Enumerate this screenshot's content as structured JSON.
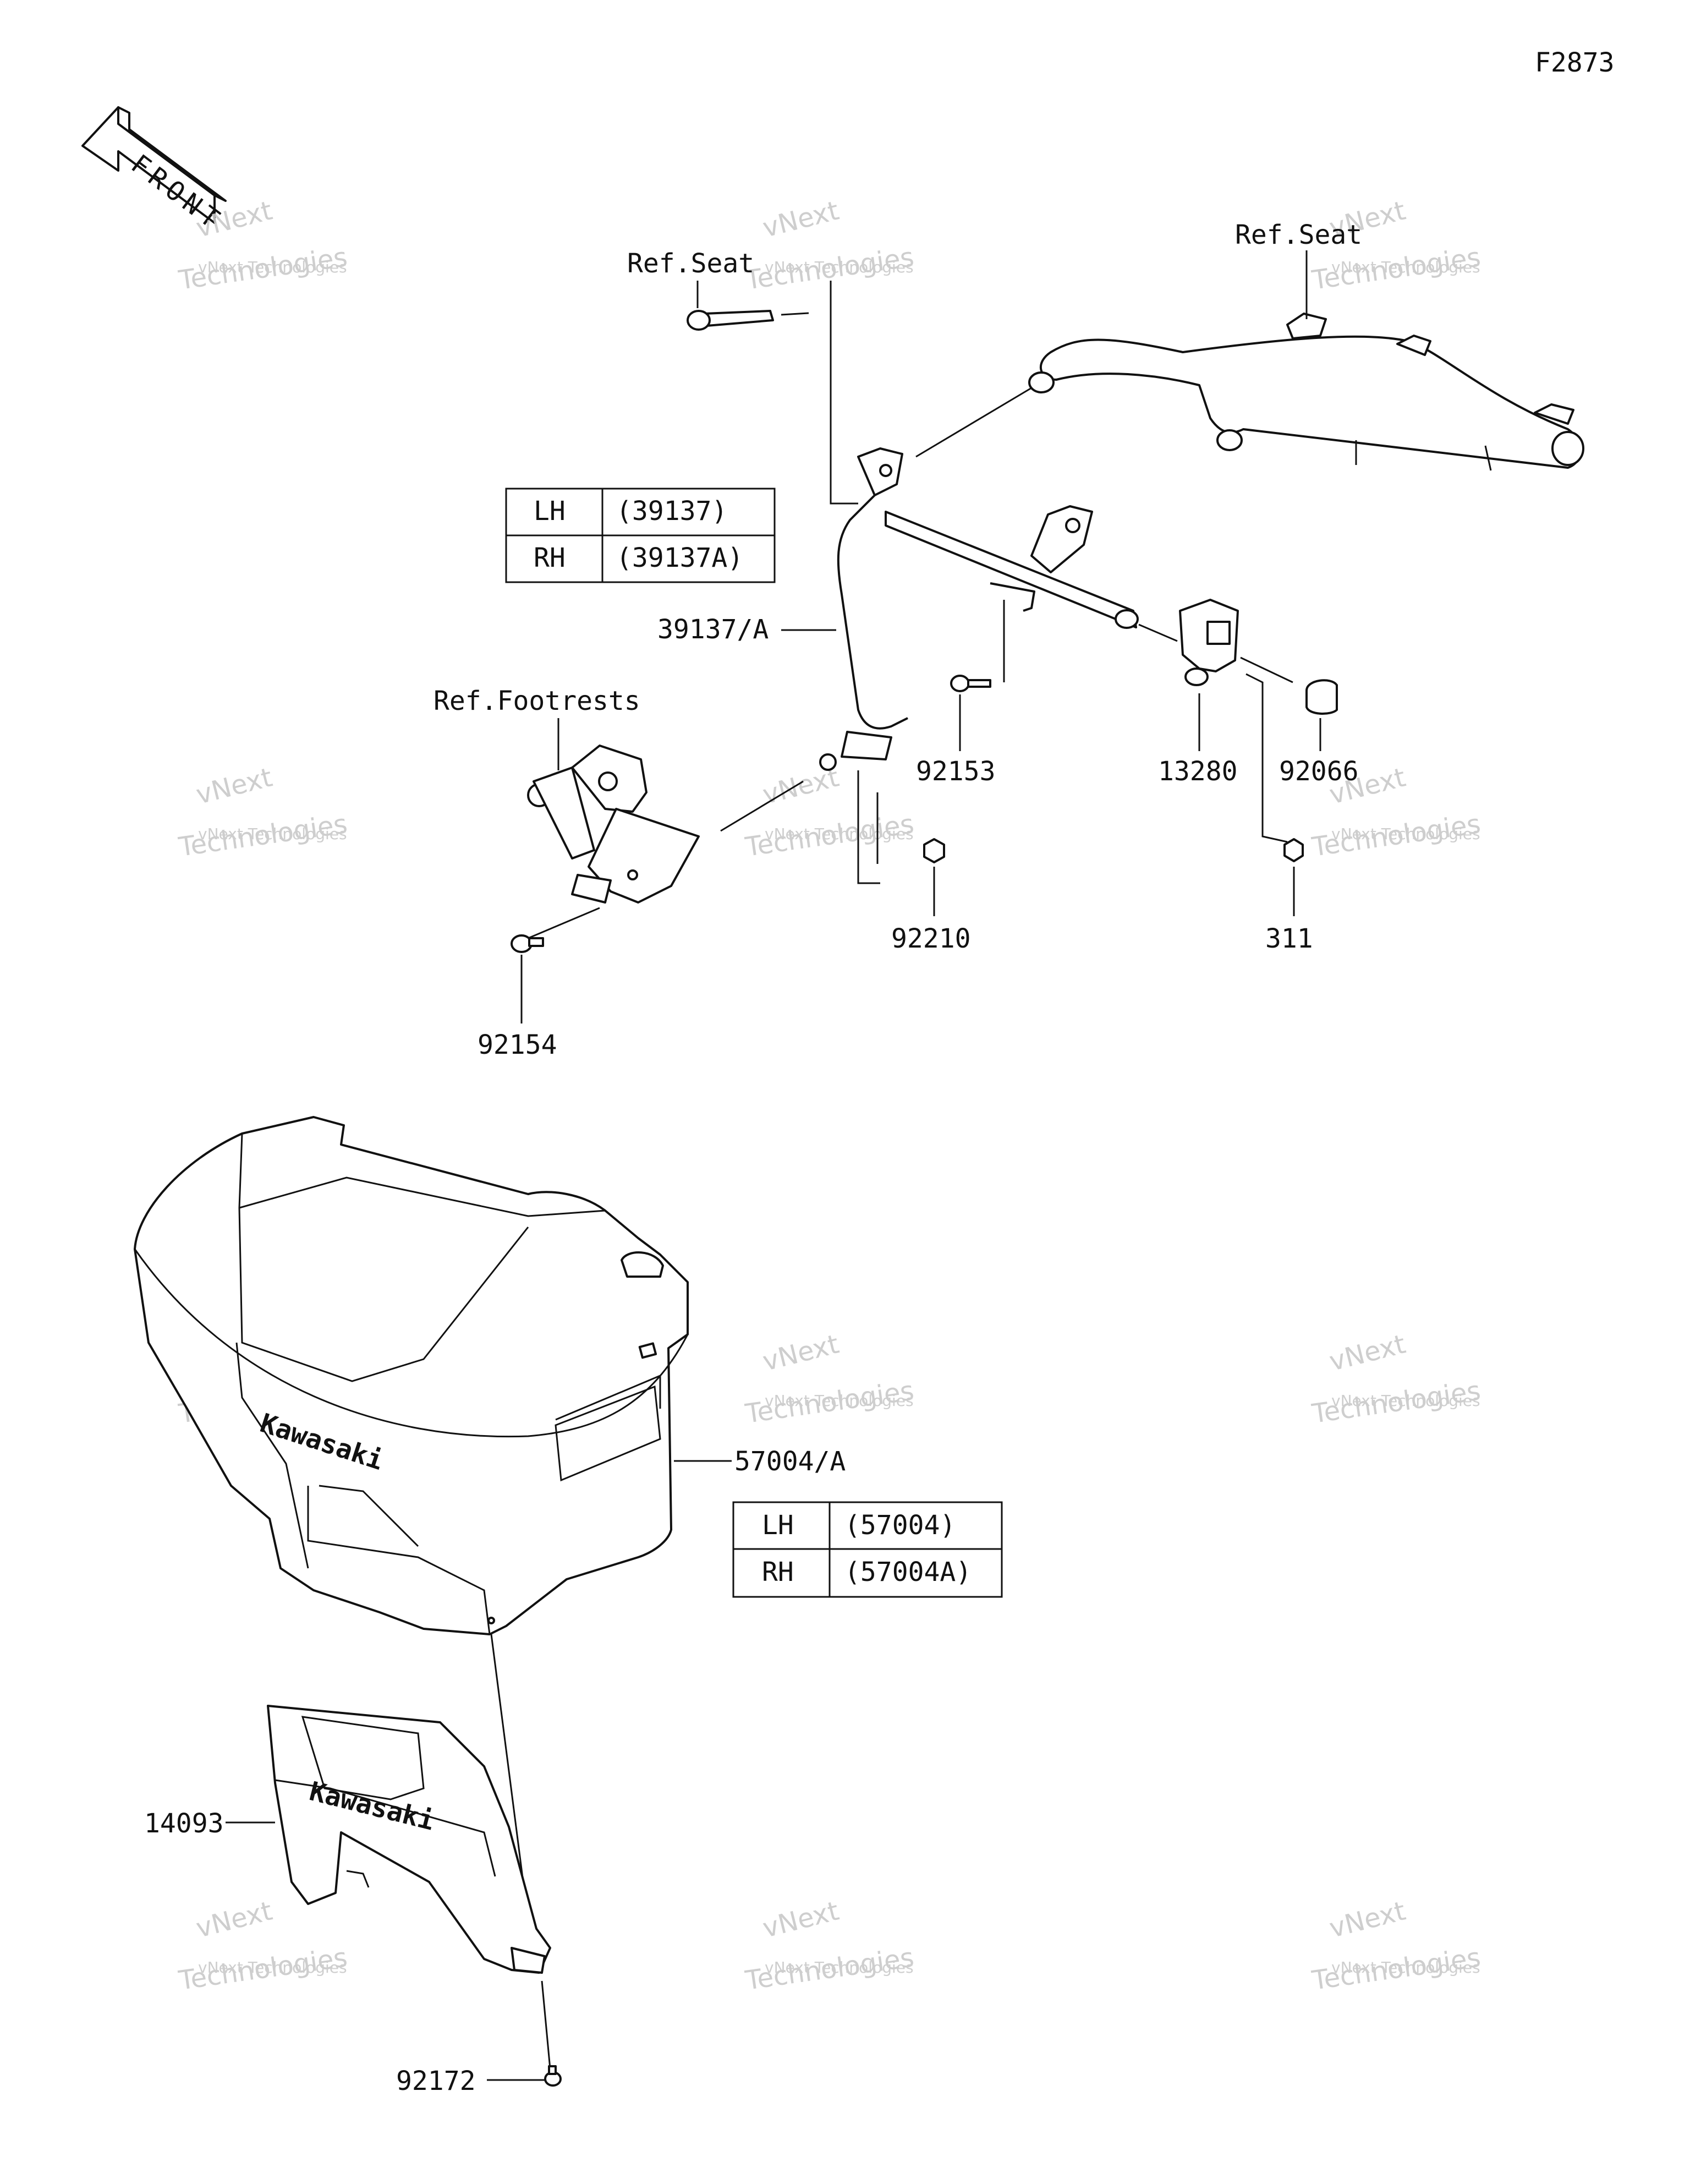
{
  "figure_id": "F2873",
  "front_arrow_label": "FRONT",
  "ref_labels": {
    "seat_left": "Ref.Seat",
    "seat_right": "Ref.Seat",
    "footrests": "Ref.Footrests"
  },
  "parts": {
    "p39137": "39137/A",
    "p92153": "92153",
    "p13280": "13280",
    "p92066": "92066",
    "p92210": "92210",
    "p311": "311",
    "p92154": "92154",
    "p57004": "57004/A",
    "p14093": "14093",
    "p92172": "92172"
  },
  "table_39137": {
    "rows": [
      {
        "side": "LH",
        "part": "(39137)"
      },
      {
        "side": "RH",
        "part": "(39137A)"
      }
    ]
  },
  "table_57004": {
    "rows": [
      {
        "side": "LH",
        "part": "(57004)"
      },
      {
        "side": "RH",
        "part": "(57004A)"
      }
    ]
  },
  "watermark": {
    "line1": "vNext",
    "line2": "vNext Technologies",
    "line3": "Technologies"
  },
  "case_logo": "Kawasaki"
}
